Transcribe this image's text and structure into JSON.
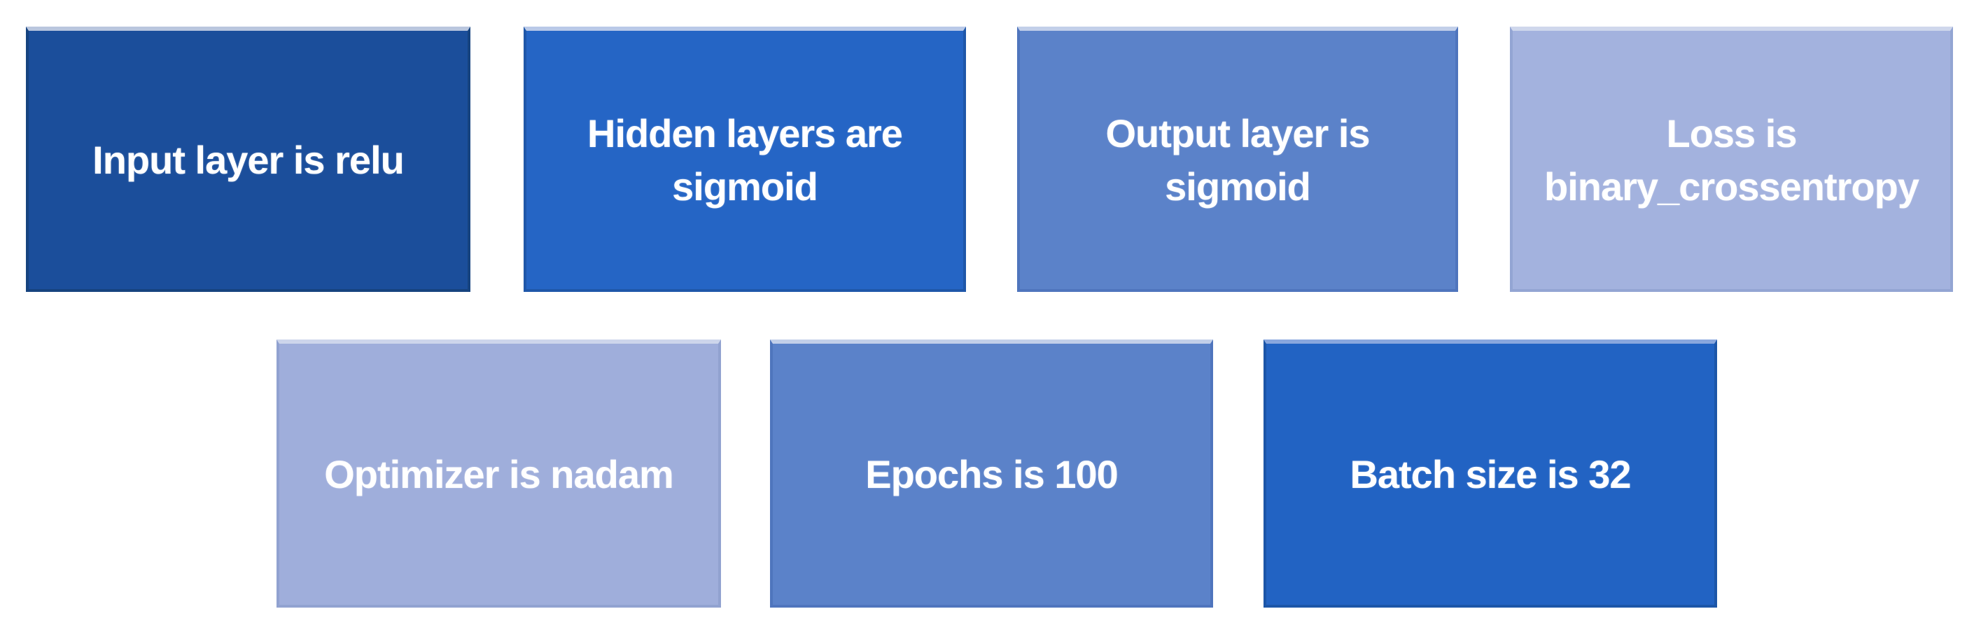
{
  "page": {
    "background_color": "#FFFFFF",
    "text_color": "#FFFFFF"
  },
  "diagram": {
    "description_boxes_row1_count": 4,
    "description_boxes_row2_count": 3
  },
  "boxes": [
    {
      "id": "input-layer-activation",
      "label": "Input layer is relu",
      "fill": "#1B4E9B",
      "border": "#16437F",
      "top_highlight": "#B9C6DE",
      "text_color": "#FFFFFF"
    },
    {
      "id": "hidden-layers-activation",
      "label": "Hidden layers are\nsigmoid",
      "fill": "#2565C5",
      "border": "#1F57A9",
      "top_highlight": "#B9C9E8",
      "text_color": "#FFFFFF"
    },
    {
      "id": "output-layer-activation",
      "label": "Output layer is\nsigmoid",
      "fill": "#5B82C9",
      "border": "#4F75BD",
      "top_highlight": "#C2CFE9",
      "text_color": "#FFFFFF"
    },
    {
      "id": "loss-function",
      "label": "Loss is\nbinary_crossentropy",
      "fill": "#A3B2DE",
      "border": "#93A5D3",
      "top_highlight": "#CFD7EC",
      "text_color": "#FFFFFF"
    },
    {
      "id": "optimizer",
      "label": "Optimizer is nadam",
      "fill": "#9FAEDB",
      "border": "#91A2D0",
      "top_highlight": "#CDD5EB",
      "text_color": "#FFFFFF"
    },
    {
      "id": "epochs",
      "label": "Epochs is 100",
      "fill": "#5B82C9",
      "border": "#4F75BD",
      "top_highlight": "#C2CFE9",
      "text_color": "#FFFFFF"
    },
    {
      "id": "batch-size",
      "label": "Batch size is 32",
      "fill": "#2263C3",
      "border": "#1C56A8",
      "top_highlight": "#89A7DE",
      "text_color": "#FFFFFF"
    }
  ]
}
